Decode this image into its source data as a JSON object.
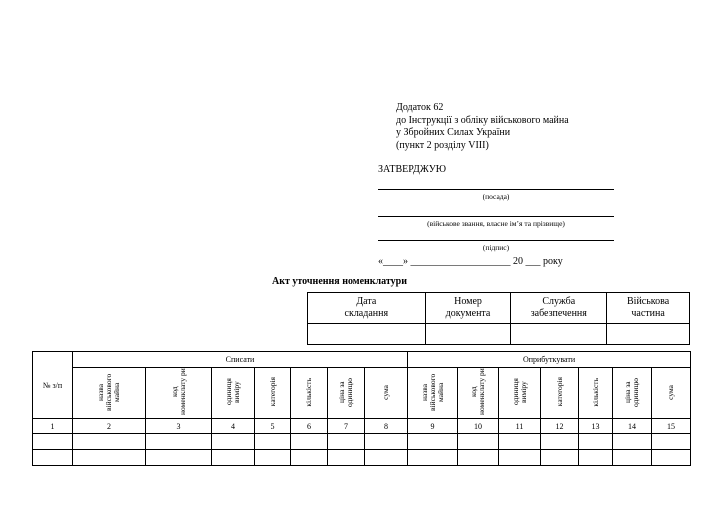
{
  "annex": {
    "lines": [
      "Додаток 62",
      "до Інструкції з обліку військового майна",
      "у Збройних Силах України",
      "(пункт 2 розділу VIII)"
    ]
  },
  "approval": {
    "title": "ЗАТВЕРДЖУЮ",
    "position_caption": "(посада)",
    "rank_caption": "(військове звання, власне ім’я та прізвище)",
    "signature_caption": "(підпис)",
    "date_line": "«____» ____________________ 20 ___ року"
  },
  "act_title": "Акт уточнення номенклатури",
  "info_table": {
    "headers": [
      [
        "Дата",
        "складання"
      ],
      [
        "Номер",
        "документа"
      ],
      [
        "Служба",
        "забезпечення"
      ],
      [
        "Військова",
        "частина"
      ]
    ]
  },
  "main_table": {
    "row_number_header": "№ з/п",
    "group_writeoff": "Списати",
    "group_capitalize": "Оприбуткувати",
    "writeoff_columns": [
      "назва військового майна",
      "код номенклату ри",
      "одиниця виміру",
      "категорія",
      "кількість",
      "ціна за одиницю",
      "сума"
    ],
    "capitalize_columns": [
      "назва військового майна",
      "код номенклату ри",
      "одиниця виміру",
      "категорія",
      "кількість",
      "ціна за одиницю",
      "сума"
    ],
    "column_numbers": [
      "1",
      "2",
      "3",
      "4",
      "5",
      "6",
      "7",
      "8",
      "9",
      "10",
      "11",
      "12",
      "13",
      "14",
      "15"
    ]
  }
}
